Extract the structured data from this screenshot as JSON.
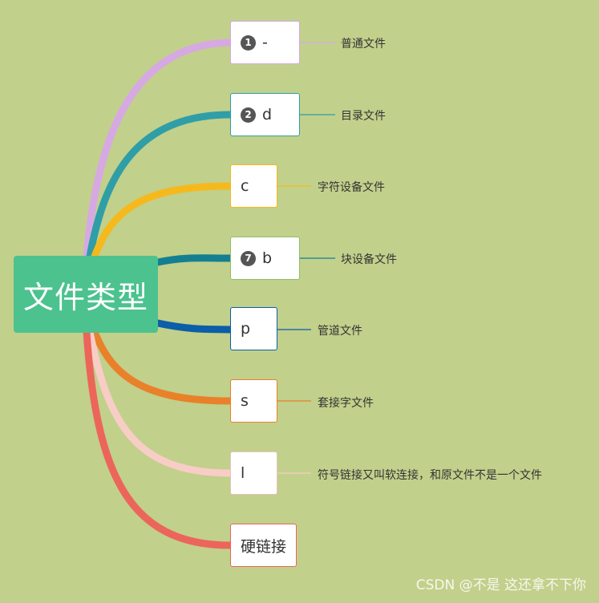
{
  "root": {
    "label": "文件类型"
  },
  "branches": [
    {
      "id": "dash",
      "type_char": "-",
      "badge": "1",
      "desc": "普通文件",
      "color": "#d7a9e3"
    },
    {
      "id": "d",
      "type_char": "d",
      "badge": "2",
      "desc": "目录文件",
      "color": "#2f9ea7"
    },
    {
      "id": "c",
      "type_char": "c",
      "badge": "",
      "desc": "字符设备文件",
      "color": "#f6b91d"
    },
    {
      "id": "b",
      "type_char": "b",
      "badge": "7",
      "desc": "块设备文件",
      "color": "#147f91"
    },
    {
      "id": "p",
      "type_char": "p",
      "badge": "",
      "desc": "管道文件",
      "color": "#0c5ea8"
    },
    {
      "id": "s",
      "type_char": "s",
      "badge": "",
      "desc": "套接字文件",
      "color": "#e9812a"
    },
    {
      "id": "l",
      "type_char": "l",
      "badge": "",
      "desc": "符号链接又叫软连接，和原文件不是一个文件",
      "color": "#f7cdc6"
    },
    {
      "id": "hard",
      "type_char": "硬链接",
      "badge": "",
      "desc": "",
      "color": "#ec655a"
    }
  ],
  "watermark": "CSDN @不是 这还拿不下你"
}
